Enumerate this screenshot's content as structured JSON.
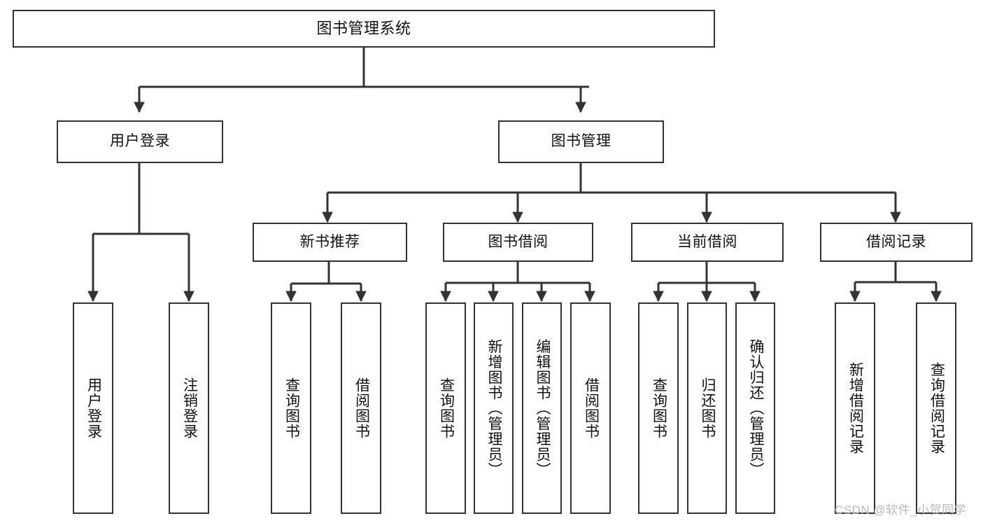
{
  "diagram": {
    "title": "图书管理系统",
    "type": "tree-hierarchy",
    "watermark": "CSDN @软件_小贺同学",
    "colors": {
      "background": "#ffffff",
      "box_border": "#333333",
      "box_fill": "#ffffff",
      "connector": "#333333",
      "text": "#111111",
      "watermark": "#b9b9b9"
    }
  },
  "nodes": {
    "root": {
      "label": "图书管理系统"
    },
    "level1": [
      {
        "label": "用户登录"
      },
      {
        "label": "图书管理"
      }
    ],
    "level2": [
      {
        "label": "新书推荐"
      },
      {
        "label": "图书借阅"
      },
      {
        "label": "当前借阅"
      },
      {
        "label": "借阅记录"
      }
    ],
    "leaves": {
      "user_login": [
        {
          "label": "用户登录"
        },
        {
          "label": "注销登录"
        }
      ],
      "new_book": [
        {
          "label": "查询图书"
        },
        {
          "label": "借阅图书"
        }
      ],
      "book_borrow": [
        {
          "label": "查询图书"
        },
        {
          "label": "新增图书（管理员）"
        },
        {
          "label": "编辑图书（管理员）"
        },
        {
          "label": "借阅图书"
        }
      ],
      "current_borrow": [
        {
          "label": "查询图书"
        },
        {
          "label": "归还图书"
        },
        {
          "label": "确认归还（管理员）"
        }
      ],
      "borrow_record": [
        {
          "label": "新增借阅记录"
        },
        {
          "label": "查询借阅记录"
        }
      ]
    }
  }
}
